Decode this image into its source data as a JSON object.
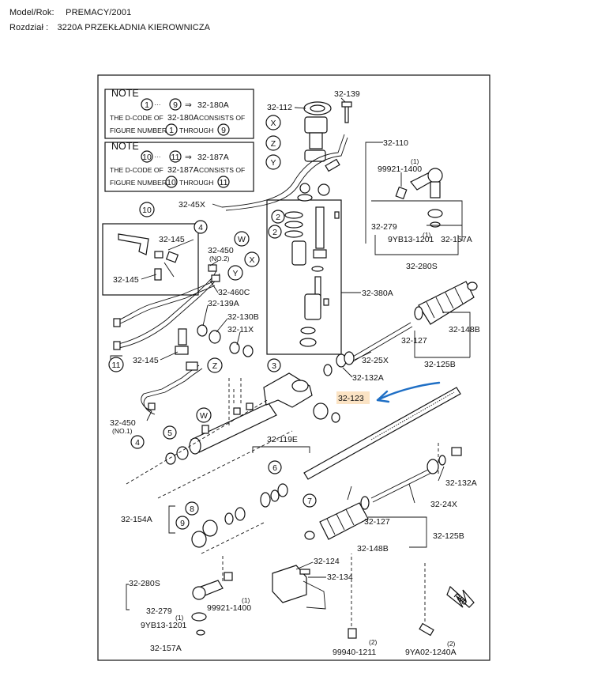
{
  "header": {
    "model_label": "Model/Rok:",
    "model_value": "PREMACY/2001",
    "section_label": "Rozdział :",
    "section_value": "3220A  PRZEKŁADNIA KIEROWNICZA"
  },
  "notes": [
    {
      "title": "NOTE",
      "range_start": "1",
      "range_end": "9",
      "arrow": "⇒",
      "ellipsis": "···",
      "target": "32-180A",
      "line1_a": "THE D-CODE OF",
      "line1_code": "32-180A",
      "line1_b": "CONSISTS OF",
      "line2_a": "FIGURE NUMBERS",
      "line2_b": "THROUGH"
    },
    {
      "title": "NOTE",
      "range_start": "10",
      "range_end": "11",
      "arrow": "⇒",
      "ellipsis": "···",
      "target": "32-187A",
      "line1_a": "THE D-CODE OF",
      "line1_code": "32-187A",
      "line1_b": "CONSISTS OF",
      "line2_a": "FIGURE NUMBERS",
      "line2_b": "THROUGH"
    }
  ],
  "part_labels": [
    "32-112",
    "32-139",
    "32-110",
    "99921-1400",
    "(1)",
    "32-45X",
    "32-279",
    "(1)",
    "9YB13-1201",
    "32-157A",
    "32-145",
    "32-450",
    "(NO.2)",
    "32-280S",
    "32-145",
    "32-460C",
    "32-380A",
    "32-139A",
    "32-130B",
    "32-11X",
    "32-148B",
    "32-127",
    "32-25X",
    "32-125B",
    "32-145",
    "32-132A",
    "32-123",
    "32-450",
    "(NO.1)",
    "32-119E",
    "32-132A",
    "32-24X",
    "32-154A",
    "32-127",
    "32-125B",
    "32-148B",
    "32-124",
    "32-134",
    "32-280S",
    "(1)",
    "99921-1400",
    "32-279",
    "(1)",
    "9YB13-1201",
    "32-157A",
    "(2)",
    "99940-1211",
    "(2)",
    "9YA02-1240A"
  ],
  "callouts": [
    "X",
    "Z",
    "Y",
    "10",
    "4",
    "W",
    "X",
    "Y",
    "2",
    "2",
    "3",
    "11",
    "Z",
    "W",
    "5",
    "4",
    "6",
    "7",
    "8",
    "9"
  ],
  "fwd_label": "FWD",
  "highlight_color": "#fbe3c4",
  "annotation_arrow_color": "#1f6fc5"
}
